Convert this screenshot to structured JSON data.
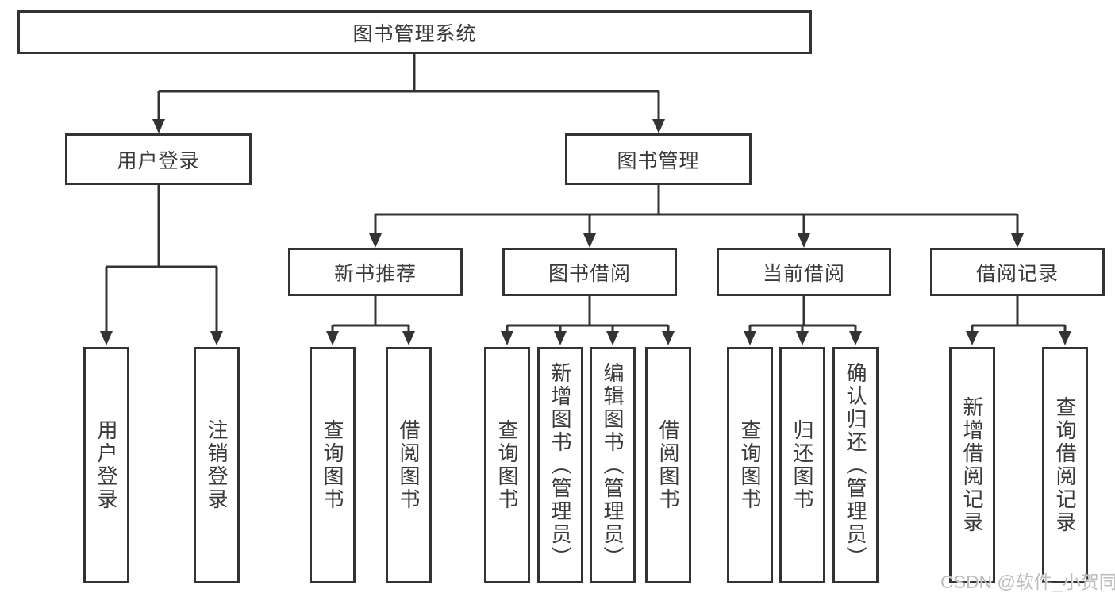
{
  "diagram": {
    "root": {
      "label": "图书管理系统"
    },
    "level2": [
      {
        "label": "用户登录"
      },
      {
        "label": "图书管理"
      }
    ],
    "level3": [
      {
        "label": "新书推荐"
      },
      {
        "label": "图书借阅"
      },
      {
        "label": "当前借阅"
      },
      {
        "label": "借阅记录"
      }
    ],
    "leaves": {
      "user_login": [
        "用户登录",
        "注销登录"
      ],
      "new_book": [
        "查询图书",
        "借阅图书"
      ],
      "book_borrow": [
        "查询图书",
        "新增图书（管理员）",
        "编辑图书（管理员）",
        "借阅图书"
      ],
      "current_borrow": [
        "查询图书",
        "归还图书",
        "确认归还（管理员）"
      ],
      "borrow_record": [
        "新增借阅记录",
        "查询借阅记录"
      ]
    }
  },
  "watermark": "CSDN @软件_小贺同学",
  "colors": {
    "line": "#333333",
    "box_border": "#333333",
    "text": "#3a3a3a",
    "watermark": "#b9b9b9",
    "background": "#ffffff"
  }
}
